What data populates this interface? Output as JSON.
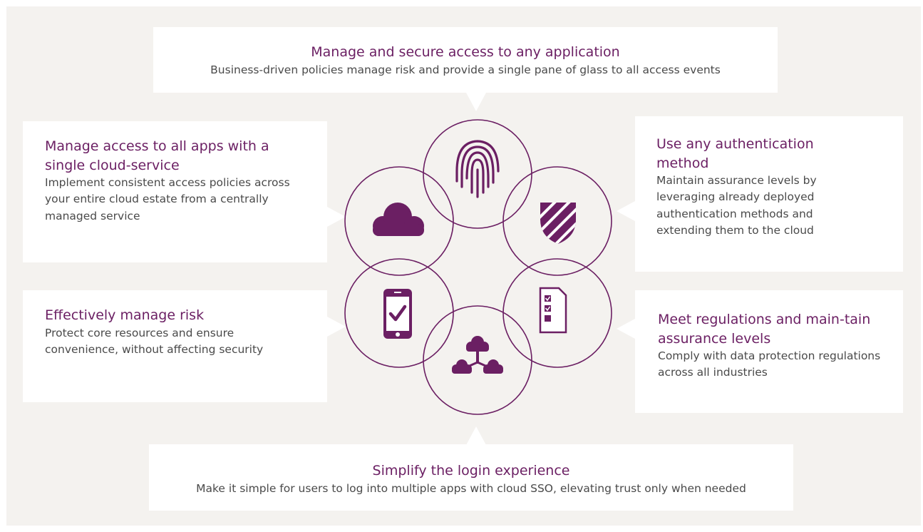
{
  "colors": {
    "accent": "#6b1f63",
    "background": "#f4f2ef",
    "box": "#ffffff",
    "text": "#4a4a4a"
  },
  "top": {
    "title": "Manage and secure access to any application",
    "text": "Business-driven policies manage risk and provide a single pane of glass to all access events"
  },
  "left_top": {
    "title": "Manage access to all apps with a single cloud-service",
    "text": "Implement consistent access policies across your entire cloud estate from a centrally managed service"
  },
  "right_top": {
    "title": "Use any authentication method",
    "text": "Maintain assurance levels by leveraging already deployed authentication methods and extending them to the cloud"
  },
  "left_bottom": {
    "title": "Effectively manage risk",
    "text": "Protect core resources and ensure convenience, without affecting security"
  },
  "right_bottom": {
    "title": "Meet regulations and main-tain assurance levels",
    "text": "Comply with data protection regulations across all industries"
  },
  "bottom": {
    "title": "Simplify the login experience",
    "text": "Make it simple for users to log into multiple apps with cloud SSO, elevating trust only when needed"
  },
  "icons": [
    "fingerprint-icon",
    "cloud-icon",
    "shield-icon",
    "mobile-check-icon",
    "checklist-icon",
    "cloud-network-icon"
  ]
}
